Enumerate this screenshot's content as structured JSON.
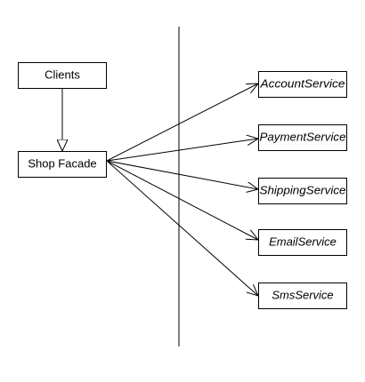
{
  "diagram": {
    "left_nodes": {
      "clients": "Clients",
      "facade": "Shop Facade"
    },
    "services": [
      {
        "label": "AccountService"
      },
      {
        "label": "PaymentService"
      },
      {
        "label": "ShippingService"
      },
      {
        "label": "EmailService"
      },
      {
        "label": "SmsService"
      }
    ],
    "colors": {
      "stroke": "#000000",
      "fill": "#ffffff",
      "text": "#000000"
    }
  }
}
